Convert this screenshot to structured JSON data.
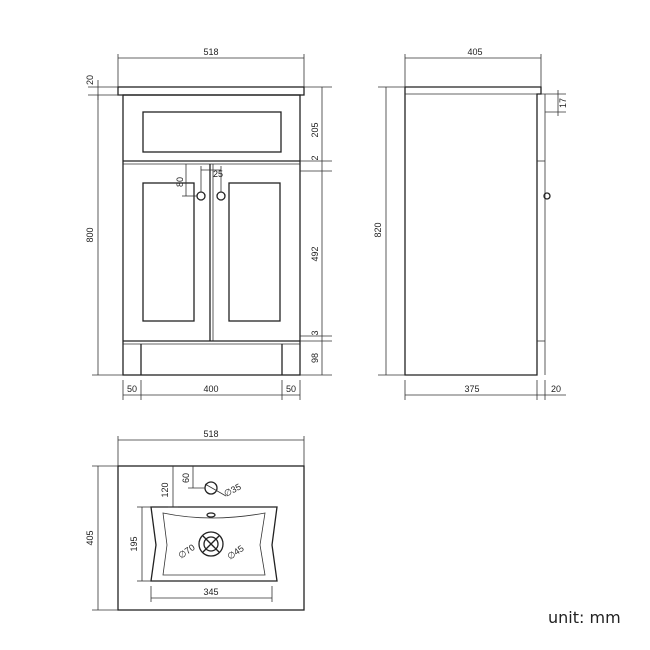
{
  "front_view": {
    "width": "518",
    "top_thickness": "20",
    "height_total": "800",
    "drawer_height": "205",
    "gap": "2",
    "handle_spacing": "25",
    "handle_drop": "80",
    "door_height": "492",
    "door_gap": "3",
    "plinth_height": "98",
    "plinth_left": "50",
    "plinth_width": "400",
    "plinth_right": "50"
  },
  "side_view": {
    "depth": "405",
    "height": "820",
    "top_overhang": "17",
    "base_depth": "375",
    "back_offset": "20"
  },
  "top_view": {
    "width": "518",
    "depth": "405",
    "tap_offset": "120",
    "tap_from_edge": "60",
    "tap_hole": "∅35",
    "bowl_depth": "195",
    "bowl_width": "345",
    "waste_outer": "∅70",
    "waste_inner": "∅45"
  },
  "unit_label": "unit: mm"
}
